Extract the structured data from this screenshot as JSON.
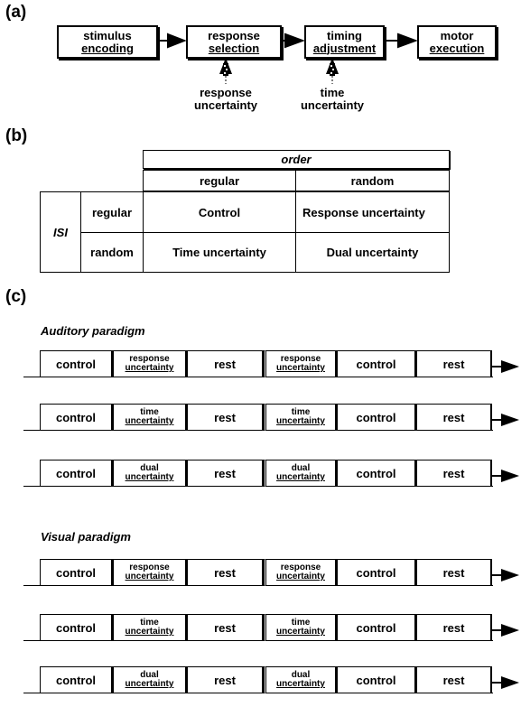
{
  "panel_a": {
    "label": "(a)",
    "stages": [
      {
        "line1": "stimulus",
        "line2": "encoding"
      },
      {
        "line1": "response",
        "line2": "selection"
      },
      {
        "line1": "timing",
        "line2": "adjustment"
      },
      {
        "line1": "motor",
        "line2": "execution"
      }
    ],
    "uncertainties": [
      {
        "line1": "response",
        "line2": "uncertainty"
      },
      {
        "line1": "time",
        "line2": "uncertainty"
      }
    ]
  },
  "panel_b": {
    "label": "(b)",
    "order_header": "order",
    "col_headers": [
      "regular",
      "random"
    ],
    "isi_label": "ISI",
    "row_headers": [
      "regular",
      "random"
    ],
    "cells": [
      [
        "Control",
        "Response uncertainty"
      ],
      [
        "Time uncertainty",
        "Dual uncertainty"
      ]
    ]
  },
  "panel_c": {
    "label": "(c)",
    "paradigms": [
      {
        "title": "Auditory paradigm",
        "rows": [
          [
            {
              "l1": "control",
              "small": false
            },
            {
              "l1": "response",
              "l2": "uncertainty",
              "small": true
            },
            {
              "l1": "rest",
              "small": false
            },
            {
              "l1": "response",
              "l2": "uncertainty",
              "small": true
            },
            {
              "l1": "control",
              "small": false
            },
            {
              "l1": "rest",
              "small": false
            }
          ],
          [
            {
              "l1": "control",
              "small": false
            },
            {
              "l1": "time",
              "l2": "uncertainty",
              "small": true
            },
            {
              "l1": "rest",
              "small": false
            },
            {
              "l1": "time",
              "l2": "uncertainty",
              "small": true
            },
            {
              "l1": "control",
              "small": false
            },
            {
              "l1": "rest",
              "small": false
            }
          ],
          [
            {
              "l1": "control",
              "small": false
            },
            {
              "l1": "dual",
              "l2": "uncertainty",
              "small": true
            },
            {
              "l1": "rest",
              "small": false
            },
            {
              "l1": "dual",
              "l2": "uncertainty",
              "small": true
            },
            {
              "l1": "control",
              "small": false
            },
            {
              "l1": "rest",
              "small": false
            }
          ]
        ]
      },
      {
        "title": "Visual paradigm",
        "rows": [
          [
            {
              "l1": "control",
              "small": false
            },
            {
              "l1": "response",
              "l2": "uncertainty",
              "small": true
            },
            {
              "l1": "rest",
              "small": false
            },
            {
              "l1": "response",
              "l2": "uncertainty",
              "small": true
            },
            {
              "l1": "control",
              "small": false
            },
            {
              "l1": "rest",
              "small": false
            }
          ],
          [
            {
              "l1": "control",
              "small": false
            },
            {
              "l1": "time",
              "l2": "uncertainty",
              "small": true
            },
            {
              "l1": "rest",
              "small": false
            },
            {
              "l1": "time",
              "l2": "uncertainty",
              "small": true
            },
            {
              "l1": "control",
              "small": false
            },
            {
              "l1": "rest",
              "small": false
            }
          ],
          [
            {
              "l1": "control",
              "small": false
            },
            {
              "l1": "dual",
              "l2": "uncertainty",
              "small": true
            },
            {
              "l1": "rest",
              "small": false
            },
            {
              "l1": "dual",
              "l2": "uncertainty",
              "small": true
            },
            {
              "l1": "control",
              "small": false
            },
            {
              "l1": "rest",
              "small": false
            }
          ]
        ]
      }
    ]
  }
}
